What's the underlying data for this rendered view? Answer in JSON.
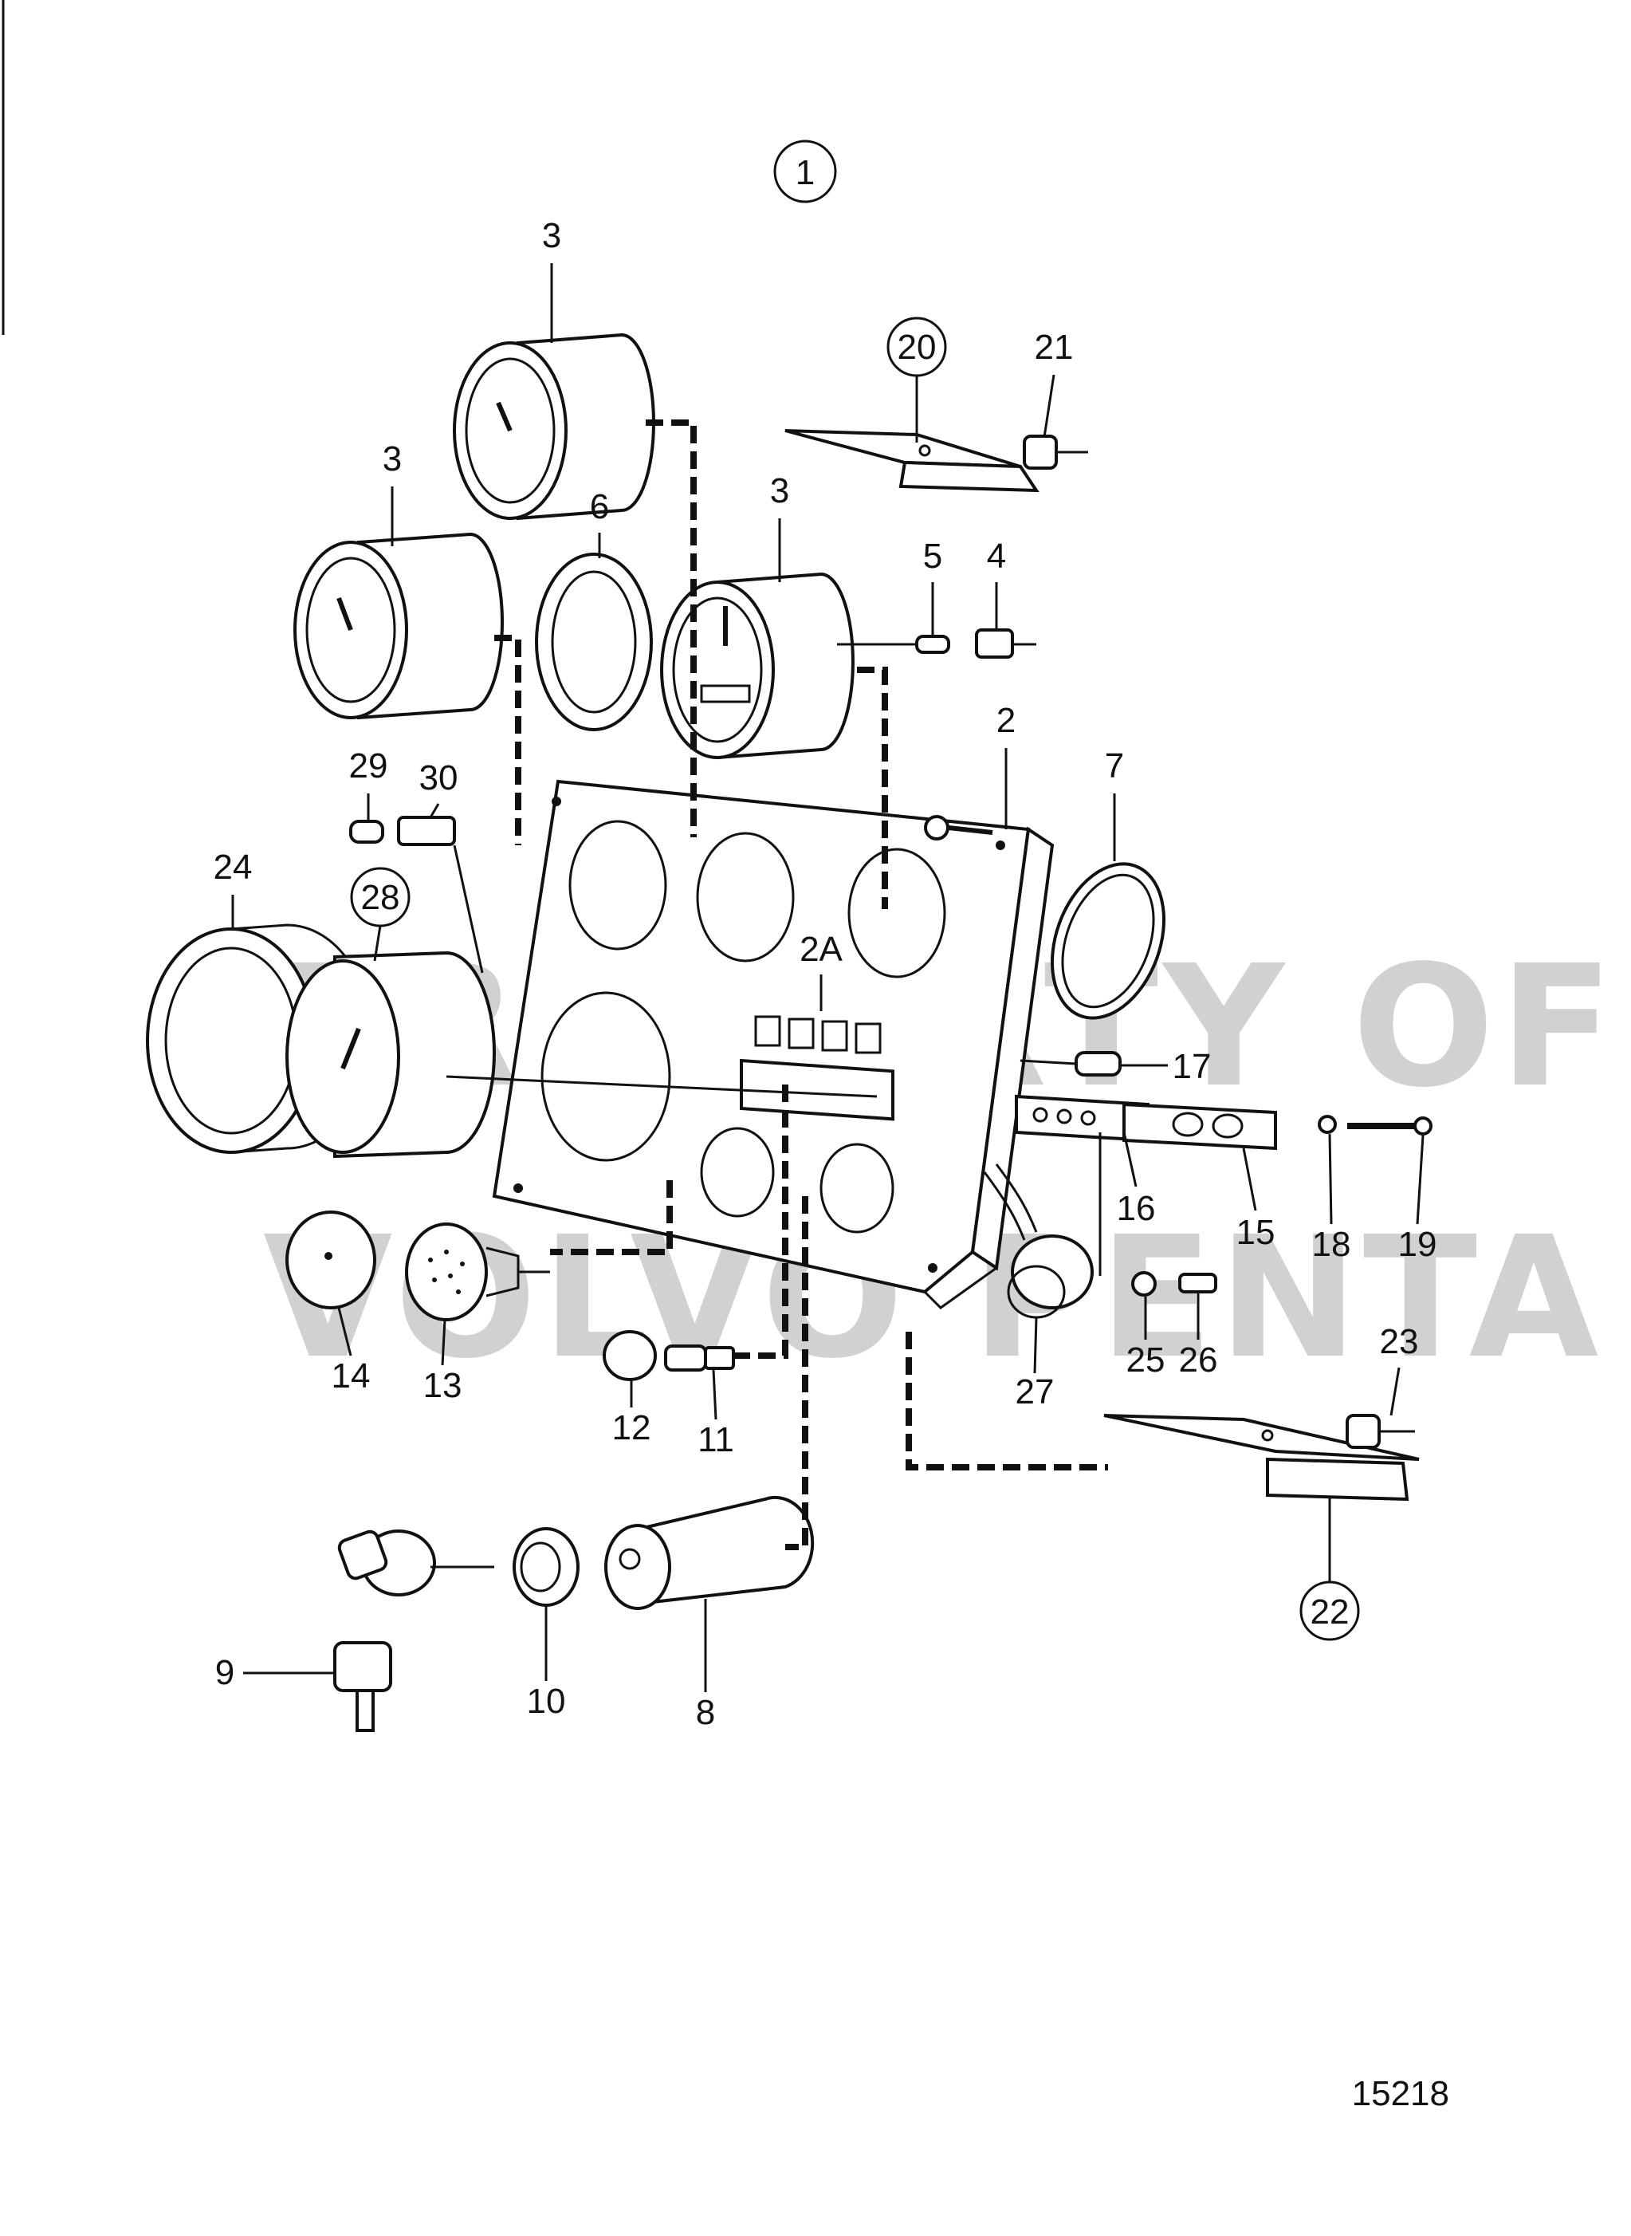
{
  "diagram": {
    "group_number": "1",
    "figure_number": "15218",
    "watermark": {
      "line1": "PROPERTY OF",
      "line2": "VOLVO PENTA"
    },
    "callouts": {
      "c2": "2",
      "c2a": "2A",
      "c3a": "3",
      "c3b": "3",
      "c3c": "3",
      "c4": "4",
      "c5": "5",
      "c6": "6",
      "c7": "7",
      "c8": "8",
      "c9": "9",
      "c10": "10",
      "c11": "11",
      "c12": "12",
      "c13": "13",
      "c14": "14",
      "c15": "15",
      "c16": "16",
      "c17": "17",
      "c18": "18",
      "c19": "19",
      "c20": "20",
      "c21": "21",
      "c22": "22",
      "c23": "23",
      "c24": "24",
      "c25": "25",
      "c26": "26",
      "c27": "27",
      "c28": "28",
      "c29": "29",
      "c30": "30"
    }
  }
}
